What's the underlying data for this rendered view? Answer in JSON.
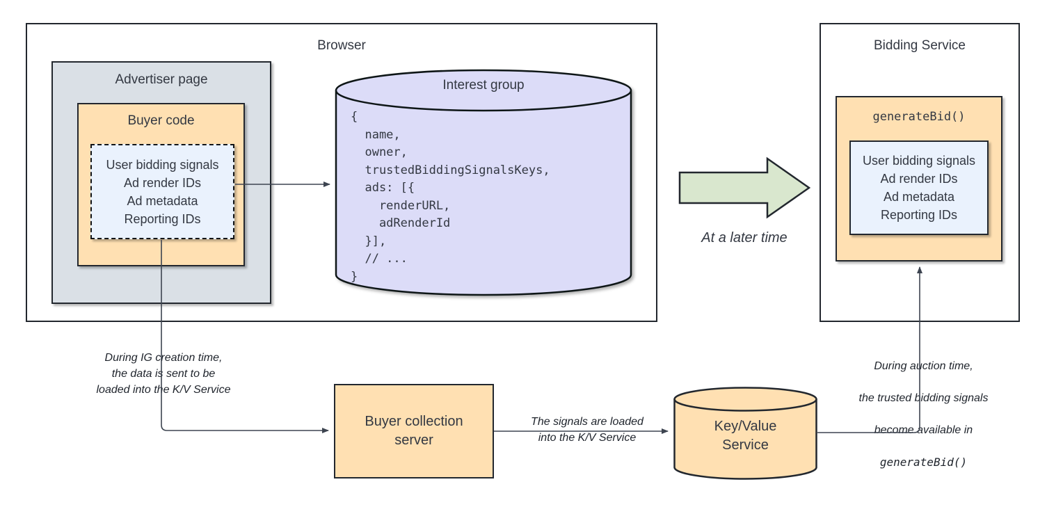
{
  "diagram": {
    "browser": {
      "title": "Browser",
      "advertiser_page": {
        "title": "Advertiser page",
        "buyer_code": {
          "title": "Buyer code",
          "signals": [
            "User bidding signals",
            "Ad render IDs",
            "Ad metadata",
            "Reporting IDs"
          ]
        }
      },
      "interest_group": {
        "title": "Interest group",
        "code": "{\n  name,\n  owner,\n  trustedBiddingSignalsKeys,\n  ads: [{\n    renderURL,\n    adRenderId\n  }],\n  // ...\n}"
      }
    },
    "bidding_service": {
      "title": "Bidding Service",
      "generate_bid": {
        "title": "generateBid()",
        "signals": [
          "User bidding signals",
          "Ad render IDs",
          "Ad metadata",
          "Reporting IDs"
        ]
      }
    },
    "transition": {
      "arrow_label": "At a later time"
    },
    "bottom": {
      "buyer_collection_server": "Buyer collection\nserver",
      "key_value_service": "Key/Value\nService"
    },
    "captions": {
      "ig_creation": "During IG creation time,\nthe data is sent to be\nloaded into the K/V Service",
      "signals_loaded": "The signals are loaded\ninto the K/V Service",
      "auction_line1": "During auction time,",
      "auction_line2": "the trusted bidding signals",
      "auction_line3": "become available in",
      "auction_line4": "generateBid()"
    },
    "colors": {
      "orange_fill": "#ffe0b2",
      "blue_fill": "#eaf2fd",
      "gray_fill": "#dae0e6",
      "purple_fill": "#dcdcf8",
      "green_fill": "#d9e7ce",
      "stroke": "#22272e",
      "text": "#333842"
    }
  }
}
